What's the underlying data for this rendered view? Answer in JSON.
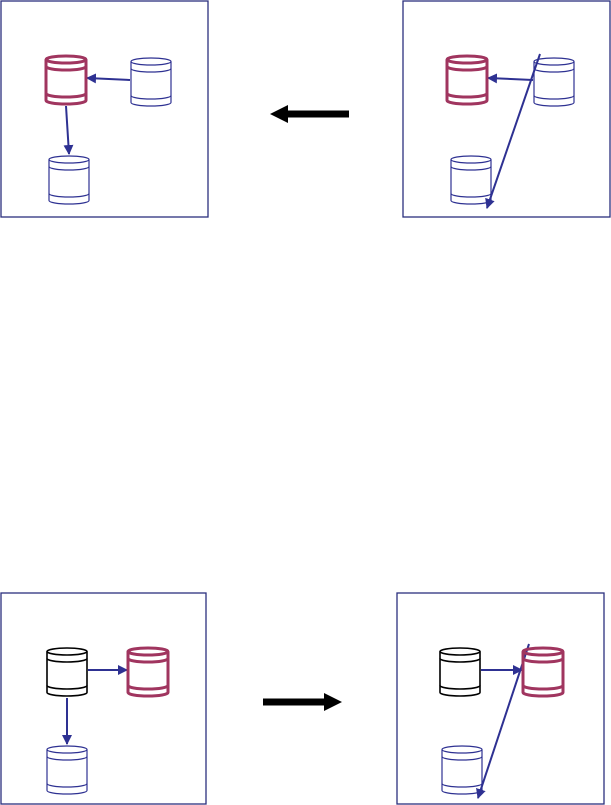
{
  "colors": {
    "background": "#ffffff",
    "frame": "#2b2f7e",
    "link": "#2e3192",
    "primary": "#a0355f",
    "replica": "#2e3192",
    "neutral": "#000000",
    "transition_arrow": "#000000"
  },
  "panels": [
    {
      "id": "top-left",
      "nodes": [
        {
          "id": "db-a",
          "role": "primary"
        },
        {
          "id": "db-b",
          "role": "replica"
        },
        {
          "id": "db-c",
          "role": "replica"
        }
      ],
      "links": [
        [
          "db-b",
          "db-a"
        ],
        [
          "db-a",
          "db-c"
        ]
      ]
    },
    {
      "id": "top-right",
      "nodes": [
        {
          "id": "db-a",
          "role": "primary"
        },
        {
          "id": "db-b",
          "role": "replica"
        },
        {
          "id": "db-c",
          "role": "replica"
        }
      ],
      "links": [
        [
          "db-b",
          "db-a"
        ],
        [
          "db-b",
          "db-c"
        ]
      ]
    },
    {
      "id": "bottom-left",
      "nodes": [
        {
          "id": "db-a",
          "role": "neutral"
        },
        {
          "id": "db-b",
          "role": "primary"
        },
        {
          "id": "db-c",
          "role": "replica"
        }
      ],
      "links": [
        [
          "db-a",
          "db-b"
        ],
        [
          "db-a",
          "db-c"
        ]
      ]
    },
    {
      "id": "bottom-right",
      "nodes": [
        {
          "id": "db-a",
          "role": "neutral"
        },
        {
          "id": "db-b",
          "role": "primary"
        },
        {
          "id": "db-c",
          "role": "replica"
        }
      ],
      "links": [
        [
          "db-a",
          "db-b"
        ],
        [
          "db-b",
          "db-c"
        ]
      ]
    }
  ],
  "transitions": [
    {
      "id": "top",
      "from": "top-right",
      "to": "top-left",
      "direction": "left"
    },
    {
      "id": "bottom",
      "from": "bottom-left",
      "to": "bottom-right",
      "direction": "right"
    }
  ]
}
